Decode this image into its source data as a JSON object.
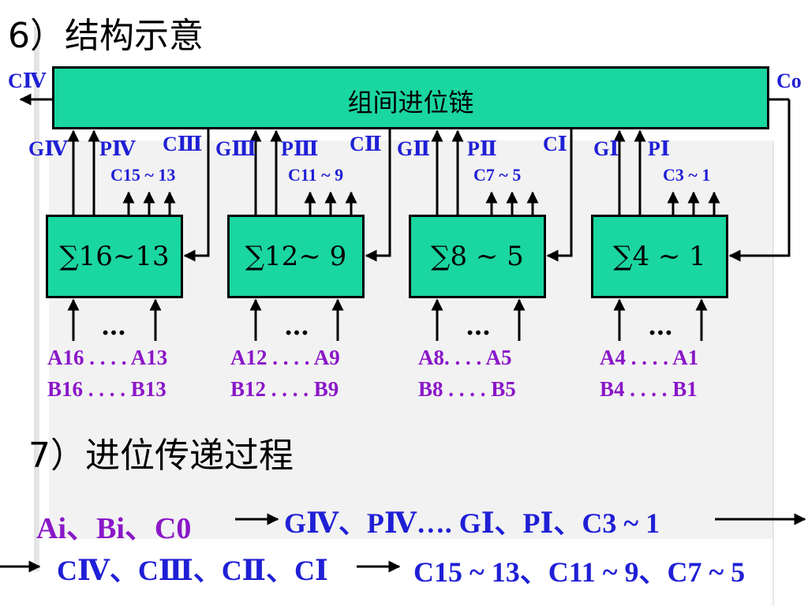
{
  "heading6": "6）结构示意",
  "heading7": "7）进位传递过程",
  "chain": {
    "label": "组间进位链",
    "carry_out": "CⅣ",
    "carry_in": "Co"
  },
  "groups": [
    {
      "sum_label": "∑16~13",
      "g": "GⅣ",
      "p": "PⅣ",
      "c_in": "CⅢ",
      "c_internal": "C15 ~ 13",
      "dots": "…",
      "a_range": "A16 . . . . A13",
      "b_range": "B16 . . . . B13"
    },
    {
      "sum_label": "∑12~ 9",
      "g": "GⅢ",
      "p": "PⅢ",
      "c_in": "CⅡ",
      "c_internal": "C11 ~ 9",
      "dots": "…",
      "a_range": "A12 . . . . A9",
      "b_range": "B12 . . . . B9"
    },
    {
      "sum_label": "∑8  ~ 5",
      "g": "GⅡ",
      "p": "PⅡ",
      "c_in": "CⅠ",
      "c_internal": "C7 ~ 5",
      "dots": "…",
      "a_range": "A8. . . . A5",
      "b_range": "B8 . . . . B5"
    },
    {
      "sum_label": "∑4  ~ 1",
      "g": "GⅠ",
      "p": "PⅠ",
      "c_in": "",
      "c_internal": "C3 ~ 1",
      "dots": "…",
      "a_range": "A4 . . . . A1",
      "b_range": "B4 . . . . B1"
    }
  ],
  "process": {
    "step1": "Ai、Bi、C0",
    "step2": "GⅣ、PⅣ…. GⅠ、PⅠ、C3 ~ 1",
    "step3": "CⅣ、CⅢ、CⅡ、CⅠ",
    "step4": "C15 ~ 13、C11 ~ 9、C7 ~ 5"
  },
  "colors": {
    "box_fill": "#1ad6a0",
    "label_blue": "#1f1fd6",
    "label_purple": "#8a17c8"
  }
}
